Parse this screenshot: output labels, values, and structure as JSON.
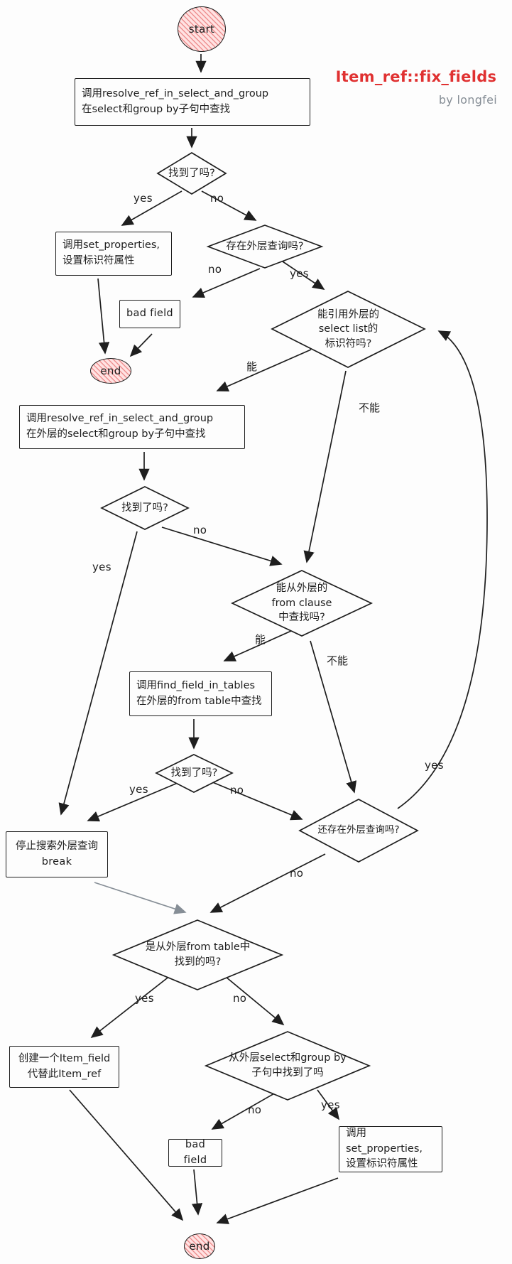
{
  "header": {
    "title": "Item_ref::fix_fields",
    "byline": "by longfei"
  },
  "colors": {
    "stroke": "#1e1e1e",
    "accent_red": "#e03131",
    "muted_gray": "#868e96",
    "terminal_fill": "#ffe9e9",
    "terminal_hatch": "#e04949",
    "background": "#fdfdfd"
  },
  "nodes": {
    "start": {
      "label": "start"
    },
    "resolve_first": {
      "lines": [
        "调用resolve_ref_in_select_and_group",
        "在select和group by子句中查找"
      ]
    },
    "found1": {
      "label": "找到了吗?"
    },
    "set_properties1": {
      "lines": [
        "调用set_properties,",
        "设置标识符属性"
      ]
    },
    "outer_query_exists": {
      "label": "存在外层查询吗?"
    },
    "bad_field1": {
      "label": "bad field"
    },
    "end1": {
      "label": "end"
    },
    "can_ref_outer_select": {
      "lines": [
        "能引用外层的",
        "select list的",
        "标识符吗?"
      ]
    },
    "resolve_outer": {
      "lines": [
        "调用resolve_ref_in_select_and_group",
        "在外层的select和group by子句中查找"
      ]
    },
    "found2": {
      "label": "找到了吗?"
    },
    "can_from_clause": {
      "lines": [
        "能从外层的",
        "from clause",
        "中查找吗?"
      ]
    },
    "find_field_in_tables": {
      "lines": [
        "调用find_field_in_tables",
        "在外层的from table中查找"
      ]
    },
    "found3": {
      "label": "找到了吗?"
    },
    "more_outer_query": {
      "label": "还存在外层查询吗?"
    },
    "stop_search": {
      "lines": [
        "停止搜索外层查询",
        "break"
      ]
    },
    "found_from_table": {
      "lines": [
        "是从外层from table中",
        "找到的吗?"
      ]
    },
    "create_item_field": {
      "lines": [
        "创建一个Item_field",
        "代替此Item_ref"
      ]
    },
    "found_select_group": {
      "lines": [
        "从外层select和group by",
        "子句中找到了吗"
      ]
    },
    "bad_field2": {
      "label": "bad field"
    },
    "set_properties2": {
      "lines": [
        "调用set_properties,",
        "设置标识符属性"
      ]
    },
    "end2": {
      "label": "end"
    }
  },
  "labels": {
    "found1_yes": "yes",
    "found1_no": "no",
    "outerq_no": "no",
    "outerq_yes": "yes",
    "canref_can": "能",
    "canref_cannot": "不能",
    "found2_yes": "yes",
    "found2_no": "no",
    "fromclause_can": "能",
    "fromclause_cannot": "不能",
    "found3_yes": "yes",
    "found3_no": "no",
    "moreouter_yes": "yes",
    "moreouter_no": "no",
    "fromtable_yes": "yes",
    "fromtable_no": "no",
    "selgroup_no": "no",
    "selgroup_yes": "yes"
  }
}
